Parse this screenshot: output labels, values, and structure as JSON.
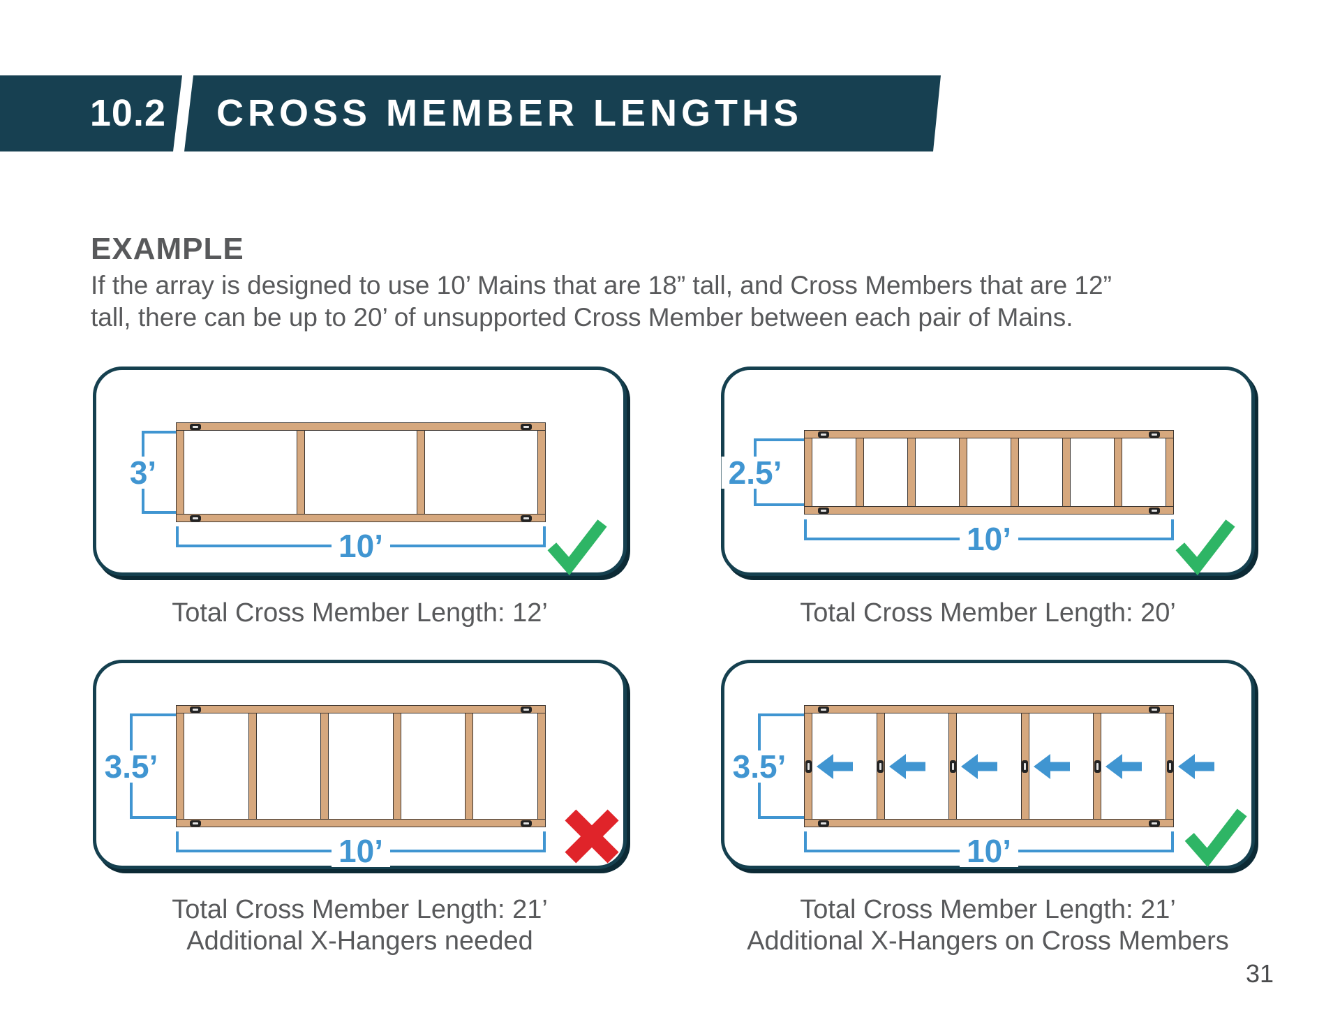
{
  "header": {
    "section_number": "10.2",
    "title": "CROSS MEMBER LENGTHS"
  },
  "example": {
    "heading": "EXAMPLE",
    "body_line1": "If the array is designed to use 10’ Mains that are 18” tall, and Cross Members that are 12”",
    "body_line2": "tall, there can be up to 20’ of unsupported Cross Member between each pair of Mains."
  },
  "cards": [
    {
      "position": "top-left",
      "height_label": "3’",
      "width_label": "10’",
      "cross_member_count": 4,
      "result": "pass",
      "arrows": false,
      "caption_lines": [
        "Total Cross Member Length: 12’",
        ""
      ]
    },
    {
      "position": "top-right",
      "height_label": "2.5’",
      "width_label": "10’",
      "cross_member_count": 8,
      "result": "pass",
      "arrows": false,
      "caption_lines": [
        "Total Cross Member Length: 20’",
        ""
      ]
    },
    {
      "position": "bottom-left",
      "height_label": "3.5’",
      "width_label": "10’",
      "cross_member_count": 6,
      "result": "fail",
      "arrows": false,
      "caption_lines": [
        "Total Cross Member Length: 21’",
        "Additional X-Hangers needed"
      ]
    },
    {
      "position": "bottom-right",
      "height_label": "3.5’",
      "width_label": "10’",
      "cross_member_count": 6,
      "result": "pass",
      "arrows": true,
      "caption_lines": [
        "Total Cross Member Length: 21’",
        "Additional X-Hangers on Cross Members"
      ]
    }
  ],
  "page_number": "31",
  "colors": {
    "band_teal": "#174051",
    "card_border_teal": "#15404F",
    "dimension_blue": "#4095D1",
    "check_green": "#2EB565",
    "cross_red": "#E0242A",
    "wood_tan": "#D6A87E",
    "text_gray": "#58595B"
  }
}
